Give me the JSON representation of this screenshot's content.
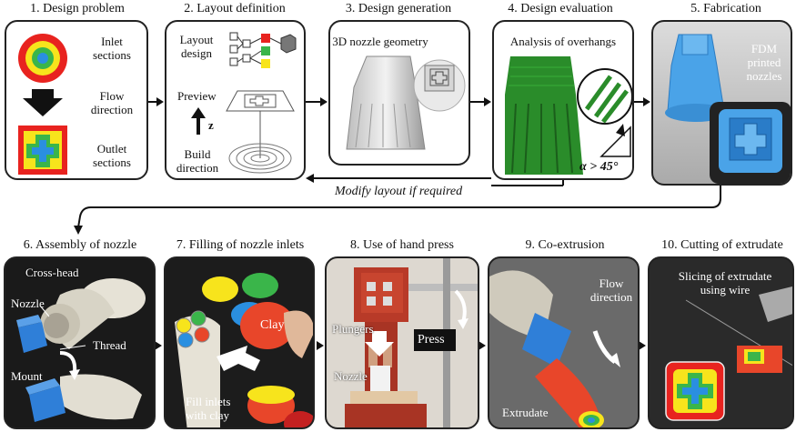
{
  "steps": [
    {
      "title": "1. Design problem"
    },
    {
      "title": "2. Layout definition"
    },
    {
      "title": "3. Design generation"
    },
    {
      "title": "4. Design evaluation"
    },
    {
      "title": "5. Fabrication"
    },
    {
      "title": "6. Assembly of nozzle"
    },
    {
      "title": "7. Filling of nozzle inlets"
    },
    {
      "title": "8. Use of hand press"
    },
    {
      "title": "9. Co-extrusion"
    },
    {
      "title": "10. Cutting of extrudate"
    }
  ],
  "p1": {
    "inlet": "Inlet\nsections",
    "flow": "Flow\ndirection",
    "outlet": "Outlet\nsections"
  },
  "p2": {
    "layout": "Layout\ndesign",
    "preview": "Preview",
    "z": "z",
    "build": "Build\ndirection"
  },
  "p3": {
    "geometry": "3D nozzle geometry"
  },
  "p4": {
    "overhangs": "Analysis of overhangs",
    "alpha": "α > 45°"
  },
  "p5": {
    "fdm": "FDM\nprinted\nnozzles"
  },
  "modify": "Modify layout if required",
  "p6": {
    "crosshead": "Cross-head",
    "nozzle": "Nozzle",
    "thread": "Thread",
    "mount": "Mount"
  },
  "p7": {
    "clay": "Clay",
    "fill": "Fill inlets\nwith clay"
  },
  "p8": {
    "plungers": "Plungers",
    "nozzle": "Nozzle",
    "press": "Press"
  },
  "p9": {
    "flow": "Flow\ndirection",
    "extrudate": "Extrudate"
  },
  "p10": {
    "slicing": "Slicing of extrudate\nusing wire"
  },
  "colors": {
    "red": "#e8231f",
    "yellow": "#f7e41c",
    "green": "#3ab54a",
    "blue": "#2a8fe0",
    "printBlue": "#4aa3e8",
    "clayRed": "#e8462a",
    "darkGreen": "#2a8c2a"
  }
}
